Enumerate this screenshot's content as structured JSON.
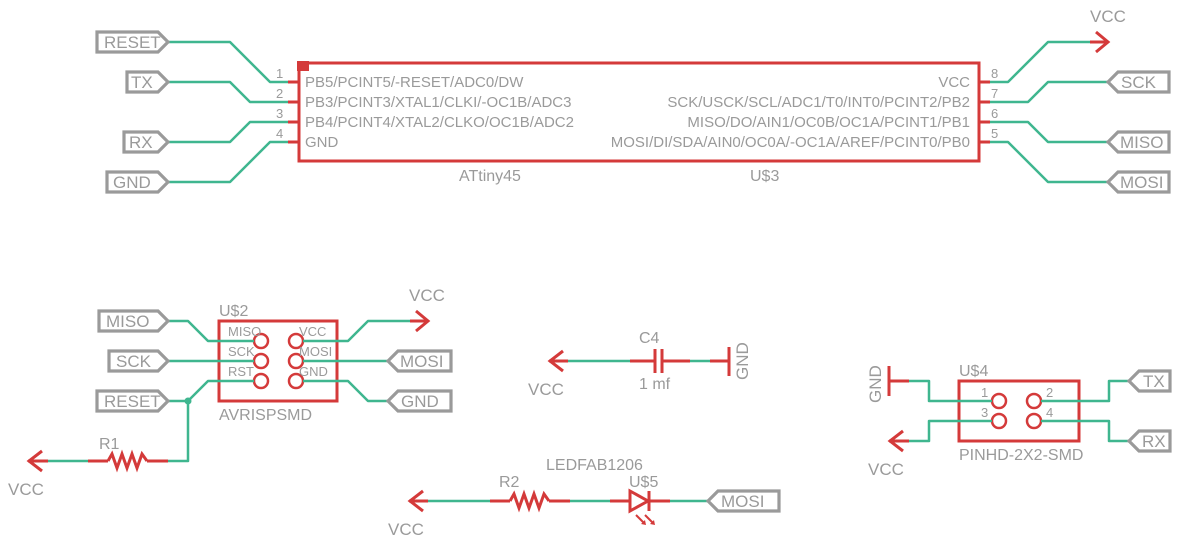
{
  "schematic": {
    "colors": {
      "wire": "#3fb68f",
      "part": "#d43a3a",
      "label": "#9a9a9a",
      "background": "#ffffff"
    },
    "attiny": {
      "name": "ATtiny45",
      "ref": "U$3",
      "left_pins": [
        {
          "num": "1",
          "name": "PB5/PCINT5/-RESET/ADC0/DW",
          "net": "RESET"
        },
        {
          "num": "2",
          "name": "PB3/PCINT3/XTAL1/CLKI/-OC1B/ADC3",
          "net": "TX"
        },
        {
          "num": "3",
          "name": "PB4/PCINT4/XTAL2/CLKO/OC1B/ADC2",
          "net": "RX"
        },
        {
          "num": "4",
          "name": "GND",
          "net": "GND"
        }
      ],
      "right_pins": [
        {
          "num": "8",
          "name": "VCC",
          "net": "VCC"
        },
        {
          "num": "7",
          "name": "SCK/USCK/SCL/ADC1/T0/INT0/PCINT2/PB2",
          "net": "SCK"
        },
        {
          "num": "6",
          "name": "MISO/DO/AIN1/OC0B/OC1A/PCINT1/PB1",
          "net": "MISO"
        },
        {
          "num": "5",
          "name": "MOSI/DI/SDA/AIN0/OC0A/-OC1A/AREF/PCINT0/PB0",
          "net": "MOSI"
        }
      ],
      "vcc_supply": "VCC"
    },
    "isp": {
      "name": "AVRISPSMD",
      "ref": "U$2",
      "pad_labels": [
        "MISO",
        "VCC",
        "SCK",
        "MOSI",
        "RST",
        "GND"
      ],
      "left_nets": [
        "MISO",
        "SCK",
        "RESET"
      ],
      "right_nets": [
        "MOSI",
        "GND"
      ],
      "vcc_supply": "VCC"
    },
    "r1": {
      "ref": "R1",
      "supply": "VCC"
    },
    "c4": {
      "ref": "C4",
      "value": "1 mf",
      "supply": "VCC",
      "ground": "GND"
    },
    "led": {
      "name": "LEDFAB1206",
      "ref": "U$5",
      "net": "MOSI"
    },
    "r2": {
      "ref": "R2",
      "supply": "VCC"
    },
    "header": {
      "name": "PINHD-2X2-SMD",
      "ref": "U$4",
      "pin_numbers": [
        "1",
        "2",
        "3",
        "4"
      ],
      "ground": "GND",
      "supply": "VCC",
      "right_nets": [
        "TX",
        "RX"
      ]
    }
  }
}
